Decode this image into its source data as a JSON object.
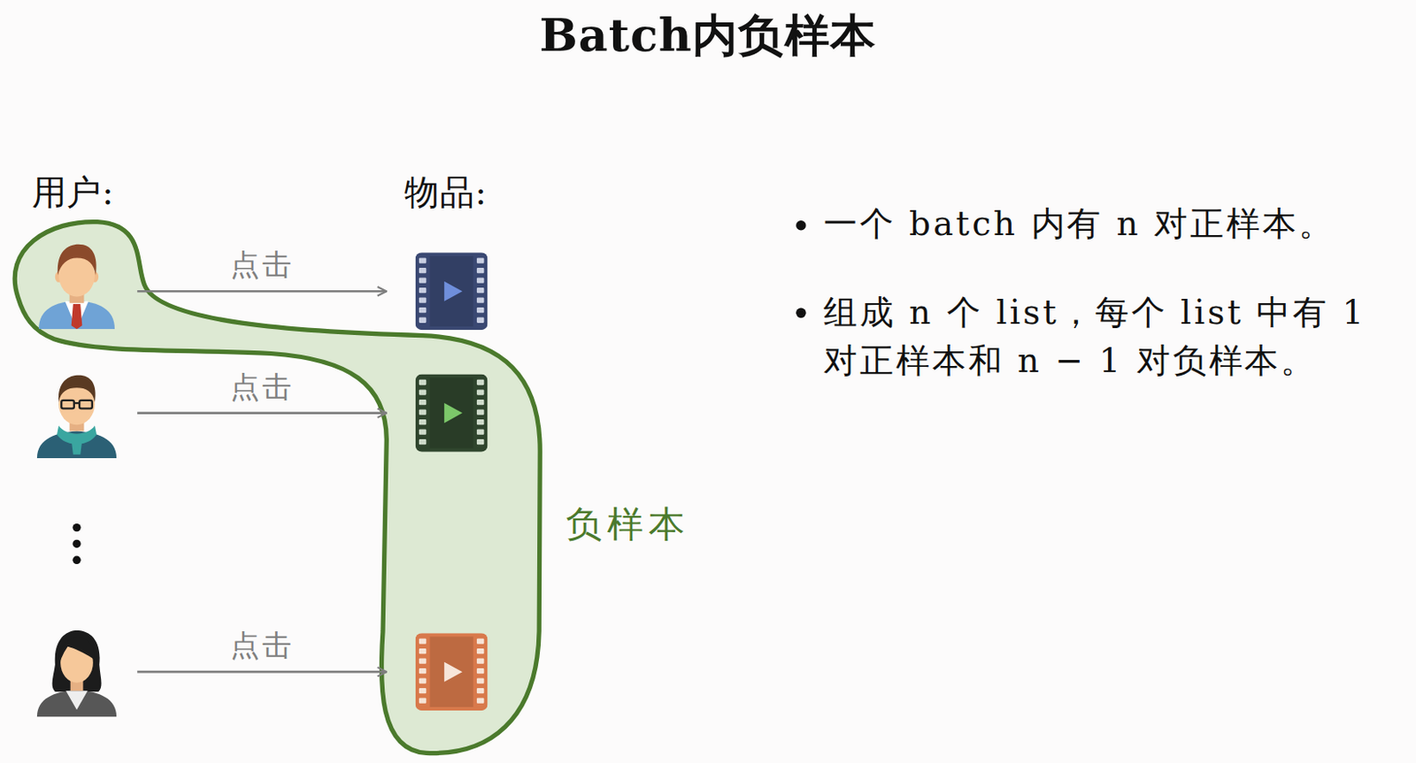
{
  "diagram": {
    "title": "Batch内负样本",
    "nodes": [
      {
        "text": [
          "负样本"
        ]
      },
      {
        "text": [],
        "in": 0
      },
      {
        "text": []
      },
      {
        "text": []
      },
      {
        "text": [],
        "in": 0
      },
      {
        "text": []
      },
      {
        "text": [],
        "in": 0
      }
    ],
    "edges": [
      {
        "from": 1,
        "to": 2,
        "label": "点击",
        "arrow": "to"
      },
      {
        "from": 3,
        "to": 4,
        "label": "点击",
        "arrow": "to"
      },
      {
        "from": 5,
        "to": 6,
        "label": "点击",
        "arrow": "to"
      }
    ],
    "labels": [
      "用户:",
      "物品:",
      "一个 batch 内有 n 对正样本。",
      "组成 n 个 list，每个 list 中有 1 对正样本和 n − 1 对负样本。"
    ]
  }
}
